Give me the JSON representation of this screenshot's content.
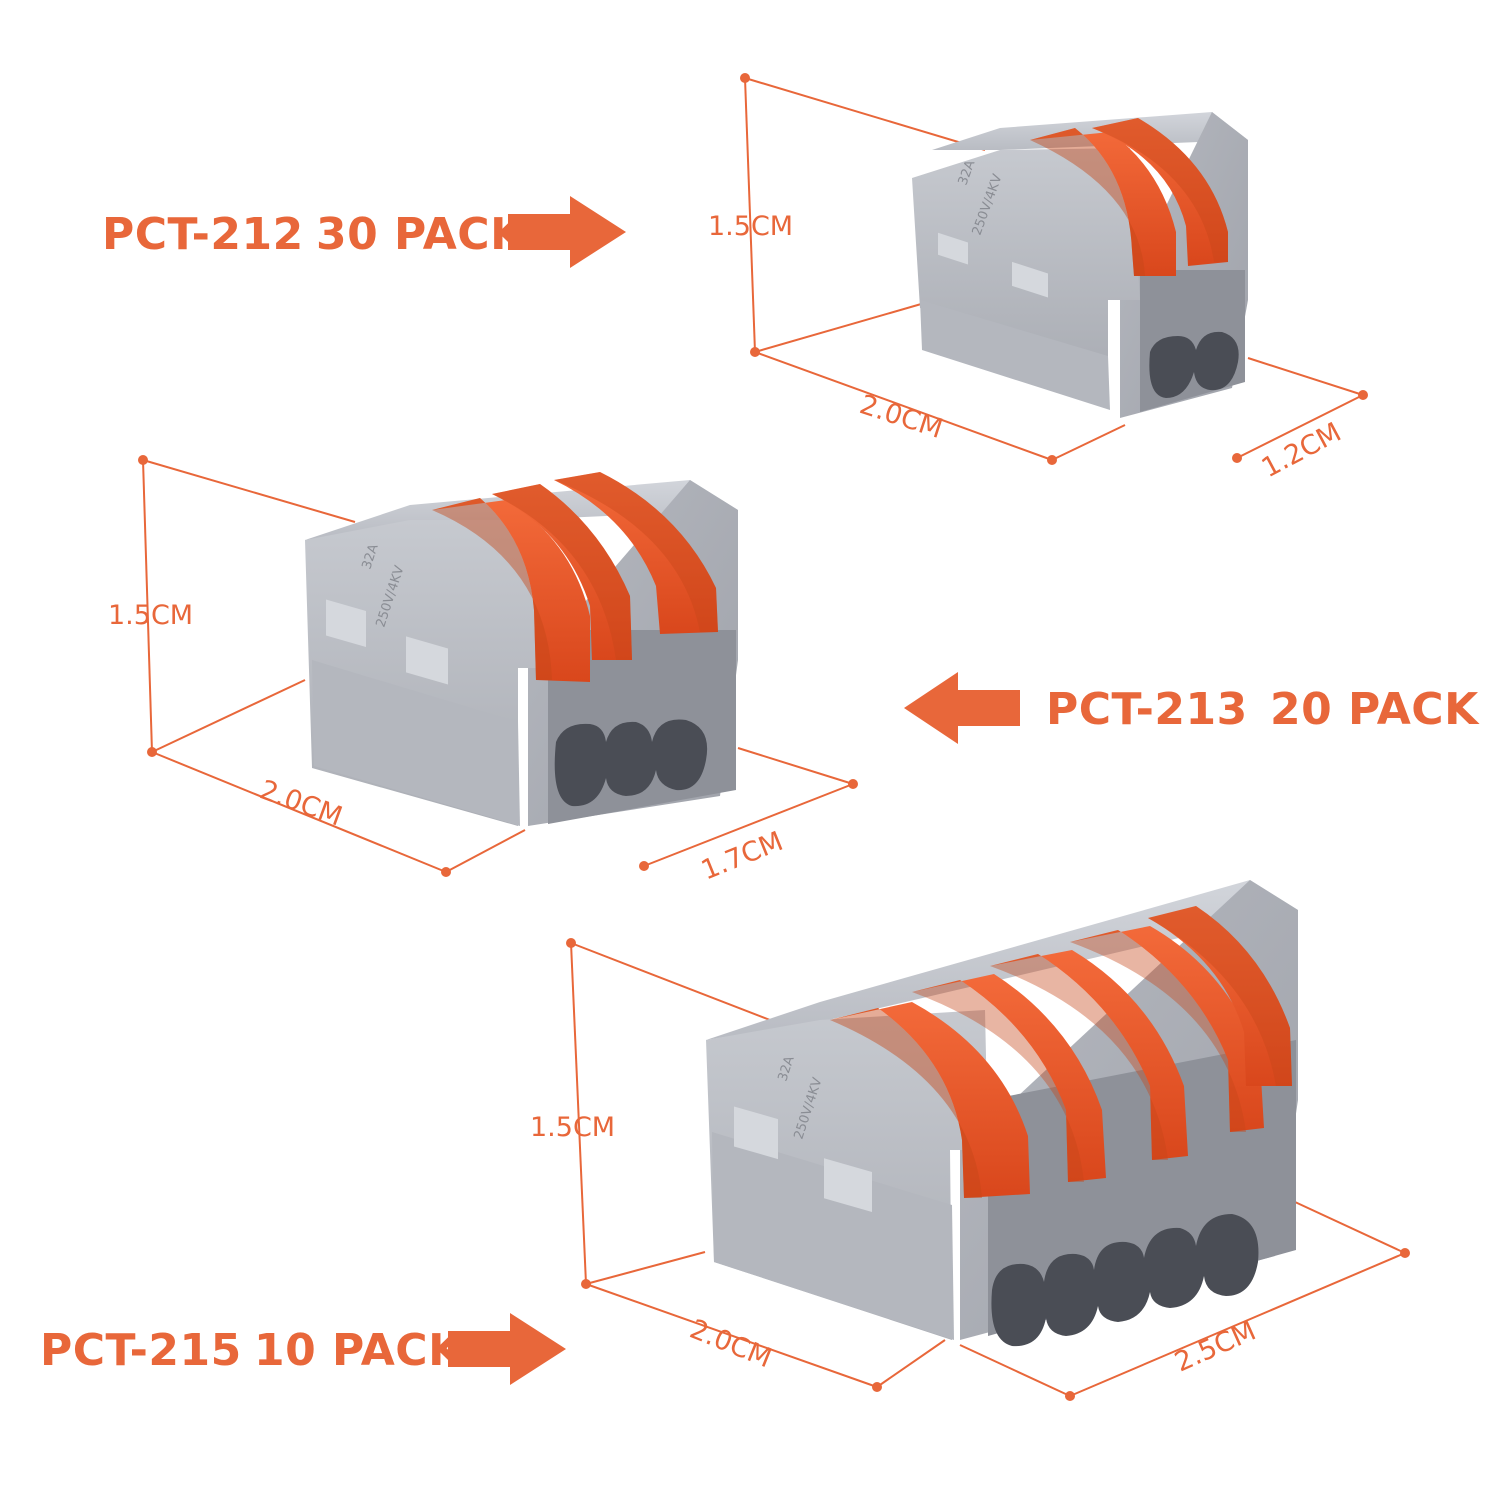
{
  "colors": {
    "accent": "#E8673A",
    "body_grey": "#A9ACB4",
    "body_grey_light": "#C7CAD0",
    "lever_orange": "#EE5A2E",
    "socket_dark": "#4A4D55"
  },
  "connectors": [
    {
      "label": "PCT-212",
      "pack": "30 PACK",
      "arrow_direction": "right",
      "height": "1.5CM",
      "width": "2.0CM",
      "depth": "1.2CM",
      "ports": 2,
      "imprint_current": "32A",
      "imprint_voltage": "250V/4KV"
    },
    {
      "label": "PCT-213",
      "pack": "20 PACK",
      "arrow_direction": "left",
      "height": "1.5CM",
      "width": "2.0CM",
      "depth": "1.7CM",
      "ports": 3,
      "imprint_current": "32A",
      "imprint_voltage": "250V/4KV"
    },
    {
      "label": "PCT-215",
      "pack": "10 PACK",
      "arrow_direction": "right",
      "height": "1.5CM",
      "width": "2.0CM",
      "depth": "2.5CM",
      "ports": 5,
      "imprint_current": "32A",
      "imprint_voltage": "250V/4KV"
    }
  ]
}
